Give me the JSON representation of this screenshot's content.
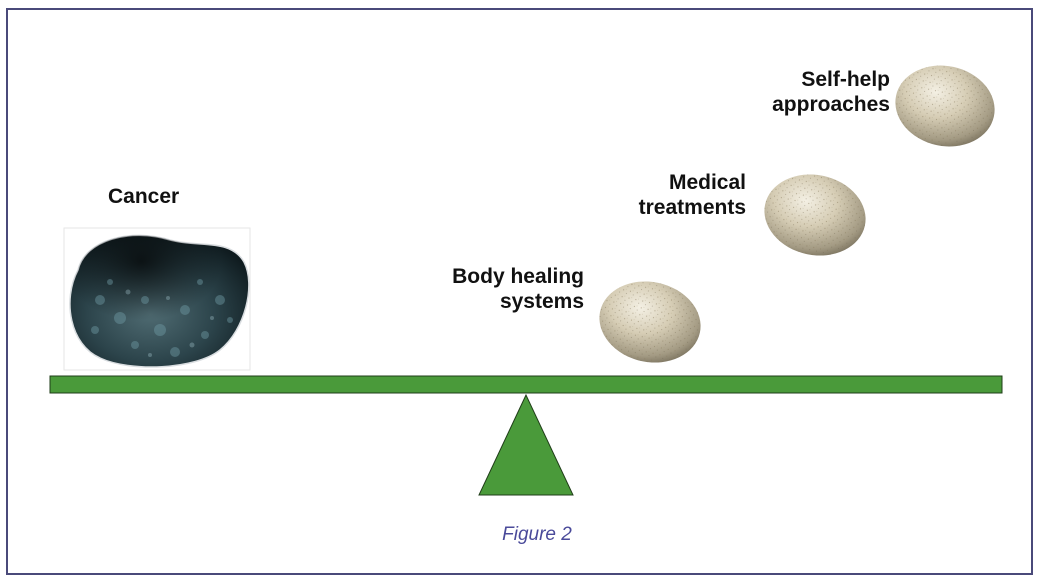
{
  "labels": {
    "cancer": "Cancer",
    "body_healing_line1": "Body healing",
    "body_healing_line2": "systems",
    "medical_line1": "Medical",
    "medical_line2": "treatments",
    "selfhelp_line1": "Self-help",
    "selfhelp_line2": "approaches"
  },
  "caption": "Figure 2",
  "colors": {
    "frame_border": "#4a4a7a",
    "beam_fill": "#4a9a3a",
    "fulcrum_fill": "#4a9a3a",
    "caption_text": "#4a4a9a",
    "cancer_stone": "#2f4a52",
    "pebble": "#cfc6ae"
  },
  "icons": {
    "cancer": "dark-speckled-stone",
    "pebbles": "beige-pebble"
  }
}
